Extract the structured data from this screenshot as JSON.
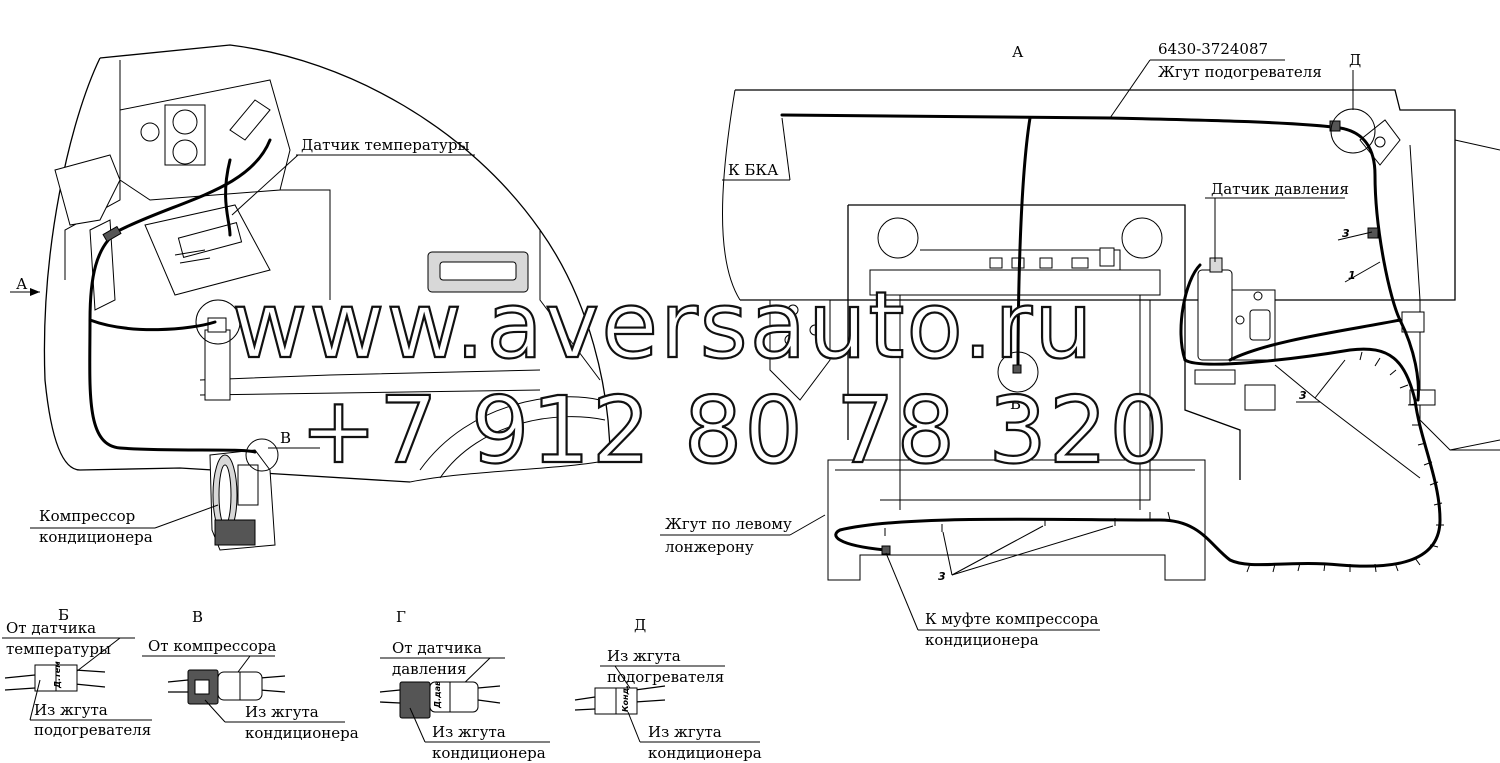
{
  "watermark": {
    "site": "www.aversauto.ru",
    "phone": "+7 912 80 78 320"
  },
  "left_view": {
    "arrow_label": "А",
    "temp_sensor": "Датчик температуры",
    "callout_v": "В",
    "compressor_line1": "Компрессор",
    "compressor_line2": "кондиционера"
  },
  "right_view": {
    "view_label": "А",
    "part_number": "6430-3724087",
    "heater_harness": "Жгут подогревателя",
    "callout_d": "Д",
    "to_bka": "К БКА",
    "pressure_sensor": "Датчик давления",
    "callout_b": "Б",
    "left_member_line1": "Жгут по левому",
    "left_member_line2": "лонжерону",
    "clutch_line1": "К муфте компрессора",
    "clutch_line2": "кондиционера",
    "item_1": "1",
    "item_3": "3"
  },
  "details": [
    {
      "title": "Б",
      "top_line1": "От датчика",
      "top_line2": "температуры",
      "bottom_line1": "Из жгута",
      "bottom_line2": "подогревателя",
      "connector_text": "Д.тем"
    },
    {
      "title": "В",
      "top_line1": "От компрессора",
      "top_line2": "",
      "bottom_line1": "Из жгута",
      "bottom_line2": "кондиционера",
      "connector_text": ""
    },
    {
      "title": "Г",
      "top_line1": "От датчика",
      "top_line2": "давления",
      "bottom_line1": "Из жгута",
      "bottom_line2": "кондиционера",
      "connector_text": "Д.дав"
    },
    {
      "title": "Д",
      "top_line1": "Из жгута",
      "top_line2": "подогревателя",
      "bottom_line1": "Из жгута",
      "bottom_line2": "кондиционера",
      "connector_text": "Конд."
    }
  ]
}
